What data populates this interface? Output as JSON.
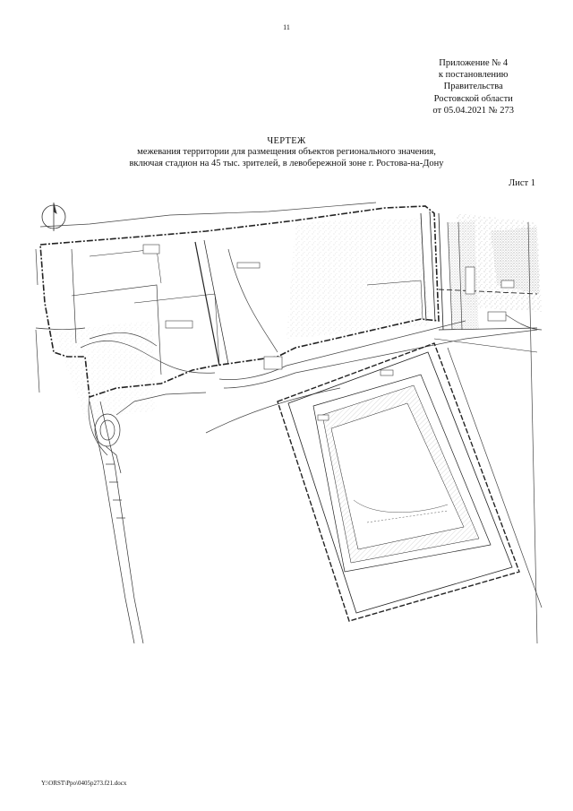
{
  "page_number": "11",
  "appendix": {
    "line1": "Приложение № 4",
    "line2": "к постановлению",
    "line3": "Правительства",
    "line4": "Ростовской области",
    "line5": "от 05.04.2021 № 273"
  },
  "heading": {
    "title": "ЧЕРТЕЖ",
    "line1": "межевания территории для размещения объектов регионального значения,",
    "line2": "включая стадион на 45 тыс. зрителей, в левобережной зоне г. Ростова-на-Дону"
  },
  "sheet_label": "Лист 1",
  "footer_path": "Y:\\ORST\\Ppo\\0405p273.f21.docx"
}
